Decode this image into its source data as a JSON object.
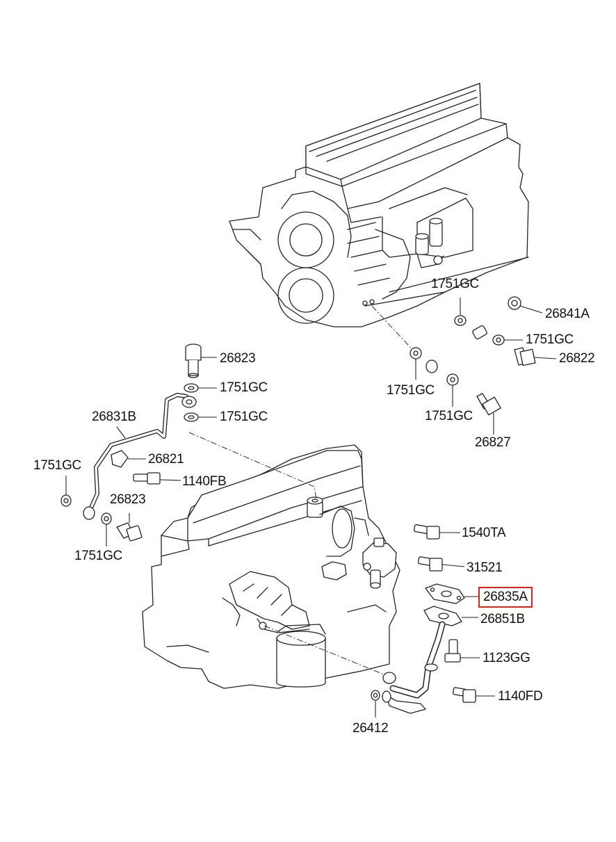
{
  "diagram": {
    "callouts": [
      {
        "id": "c1",
        "part_no": "1751GC"
      },
      {
        "id": "c2",
        "part_no": "26841A"
      },
      {
        "id": "c3",
        "part_no": "1751GC"
      },
      {
        "id": "c4",
        "part_no": "26822"
      },
      {
        "id": "c5",
        "part_no": "1751GC"
      },
      {
        "id": "c6",
        "part_no": "1751GC"
      },
      {
        "id": "c7",
        "part_no": "26827"
      },
      {
        "id": "c8",
        "part_no": "26823"
      },
      {
        "id": "c9",
        "part_no": "1751GC"
      },
      {
        "id": "c10",
        "part_no": "1751GC"
      },
      {
        "id": "c11",
        "part_no": "26831B"
      },
      {
        "id": "c12",
        "part_no": "26821"
      },
      {
        "id": "c13",
        "part_no": "1751GC"
      },
      {
        "id": "c14",
        "part_no": "1140FB"
      },
      {
        "id": "c15",
        "part_no": "26823"
      },
      {
        "id": "c16",
        "part_no": "1751GC"
      },
      {
        "id": "c17",
        "part_no": "1540TA"
      },
      {
        "id": "c18",
        "part_no": "31521"
      },
      {
        "id": "c19",
        "part_no": "26835A",
        "highlighted": true
      },
      {
        "id": "c20",
        "part_no": "26851B"
      },
      {
        "id": "c21",
        "part_no": "1123GG"
      },
      {
        "id": "c22",
        "part_no": "1140FD"
      },
      {
        "id": "c23",
        "part_no": "26412"
      }
    ],
    "highlight_color": "#e41b1b"
  }
}
